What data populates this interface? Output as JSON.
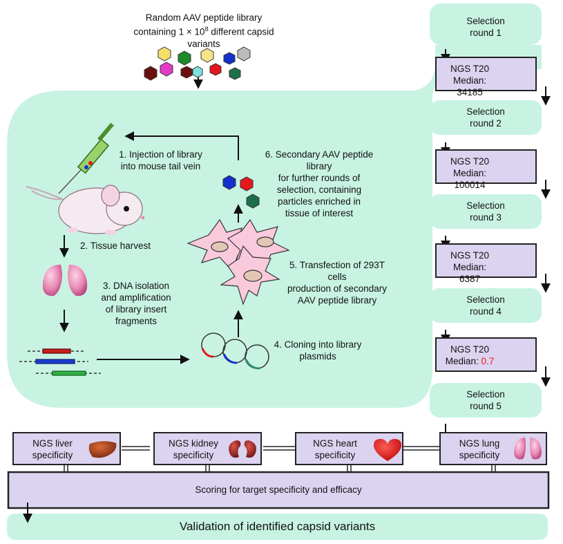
{
  "library": {
    "line1": "Random AAV peptide library",
    "line2_prefix": "containing 1 × 10",
    "line2_exp": "8",
    "line2_suffix": " different capsid variants"
  },
  "steps": {
    "s1": [
      "1. Injection of library",
      "into mouse tail vein"
    ],
    "s2": "2. Tissue harvest",
    "s3": [
      "3. DNA isolation",
      "and amplification",
      "of library insert",
      "fragments"
    ],
    "s4": [
      "4. Cloning into library",
      "plasmids"
    ],
    "s5": [
      "5. Transfection of 293T",
      "cells",
      "production of secondary",
      "AAV peptide library"
    ],
    "s6": [
      "6. Secondary AAV peptide",
      "library",
      "for further rounds of",
      "selection, containing",
      "particles enriched in",
      "tissue of interest"
    ]
  },
  "rounds": [
    [
      "Selection",
      "round 1"
    ],
    [
      "Selection",
      "round 2"
    ],
    [
      "Selection",
      "round 3"
    ],
    [
      "Selection",
      "round 4"
    ],
    [
      "Selection",
      "round 5"
    ]
  ],
  "ngs": [
    {
      "label": "NGS T20",
      "median_label": "Median: ",
      "median": "34185"
    },
    {
      "label": "NGS T20",
      "median_label": "Median: ",
      "median": "100014"
    },
    {
      "label": "NGS T20",
      "median_label": "Median: ",
      "median": "6387"
    },
    {
      "label": "NGS T20",
      "median_label": "Median: ",
      "median": "0.7",
      "highlight_color": "#e8201e"
    }
  ],
  "specificity": [
    {
      "l1": "NGS liver",
      "l2": "specificity",
      "icon": "liver-icon"
    },
    {
      "l1": "NGS kidney",
      "l2": "specificity",
      "icon": "kidney-icon"
    },
    {
      "l1": "NGS heart",
      "l2": "specificity",
      "icon": "heart-icon"
    },
    {
      "l1": "NGS lung",
      "l2": "specificity",
      "icon": "lung-icon"
    }
  ],
  "scoring": "Scoring for target specificity and efficacy",
  "validation": "Validation of identified capsid variants",
  "colors": {
    "mint": "#c8f3e2",
    "lavender": "#dcd3f0",
    "lung": "#e889b4",
    "cell": "#f9c9dc",
    "red": "#e8201e"
  }
}
